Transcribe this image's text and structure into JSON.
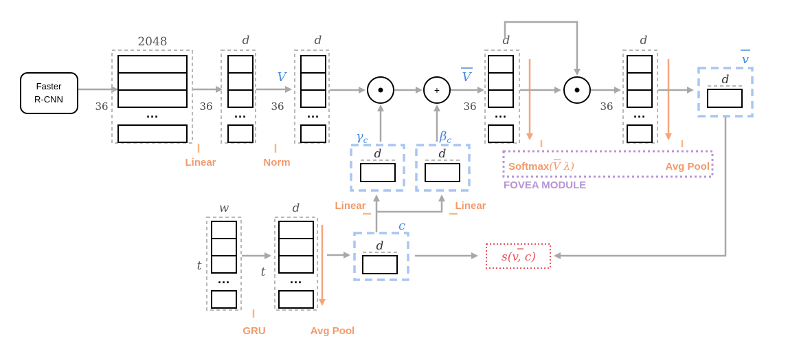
{
  "labels": {
    "faster_rcnn_line1": "Faster",
    "faster_rcnn_line2": "R-CNN",
    "dim_2048": "2048",
    "dim_d": "d",
    "dim_w": "w",
    "dim_t": "t",
    "dim_36": "36",
    "ellipsis": "···",
    "V": "V",
    "V_bar": "V",
    "v_bar": "v",
    "gamma_c": "γ",
    "gamma_sub": "c",
    "beta_c": "β",
    "beta_sub": "c",
    "c": "c",
    "dot_op": "⊙",
    "plus_op": "+",
    "linear": "Linear",
    "norm": "Norm",
    "softmax_prefix": "Softmax",
    "softmax_arg": "(V λ)",
    "avg_pool": "Avg Pool",
    "fovea_module": "FOVEA MODULE",
    "gru": "GRU",
    "score": "s(v, c)"
  },
  "colors": {
    "gray": "#a8a8a8",
    "dashed_gray": "#b8b8b8",
    "blue_text": "#4a8ae0",
    "blue_box": "#a9c6f2",
    "orange": "#f5a57c",
    "orange_text": "#f29a6c",
    "purple": "#b794d6",
    "red": "#e8525a",
    "black": "#000000"
  }
}
